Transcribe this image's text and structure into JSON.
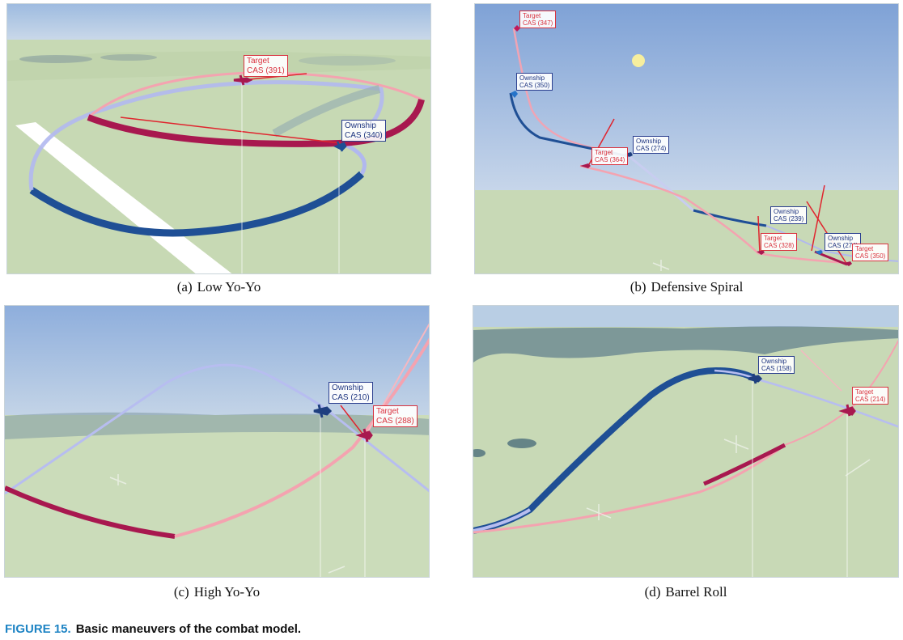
{
  "figure": {
    "label": "FIGURE 15.",
    "text": "Basic maneuvers of the combat model."
  },
  "panels": {
    "a": {
      "tag": "(a)",
      "caption": "Low Yo-Yo",
      "ownship": {
        "name": "Ownship",
        "cas": "CAS (340)"
      },
      "target": {
        "name": "Target",
        "cas": "CAS (391)"
      }
    },
    "b": {
      "tag": "(b)",
      "caption": "Defensive Spiral",
      "labels": [
        {
          "name": "Target",
          "cas": "CAS (347)"
        },
        {
          "name": "Ownship",
          "cas": "CAS (350)"
        },
        {
          "name": "Target",
          "cas": "CAS (364)"
        },
        {
          "name": "Ownship",
          "cas": "CAS (274)"
        },
        {
          "name": "Ownship",
          "cas": "CAS (239)"
        },
        {
          "name": "Target",
          "cas": "CAS (328)"
        },
        {
          "name": "Ownship",
          "cas": "CAS (274)"
        },
        {
          "name": "Target",
          "cas": "CAS (350)"
        }
      ]
    },
    "c": {
      "tag": "(c)",
      "caption": "High Yo-Yo",
      "ownship": {
        "name": "Ownship",
        "cas": "CAS (210)"
      },
      "target": {
        "name": "Target",
        "cas": "CAS (288)"
      }
    },
    "d": {
      "tag": "(d)",
      "caption": "Barrel Roll",
      "ownship": {
        "name": "Ownship",
        "cas": "CAS (158)"
      },
      "target": {
        "name": "Target",
        "cas": "CAS (214)"
      }
    }
  },
  "colors": {
    "ownship_track": "#1f4f95",
    "ownship_track_light": "#aab4ee",
    "target_track": "#a8184f",
    "target_track_light": "#f4a3b0",
    "ground": "#c8d9b6",
    "sky": "#a9c3e0"
  }
}
